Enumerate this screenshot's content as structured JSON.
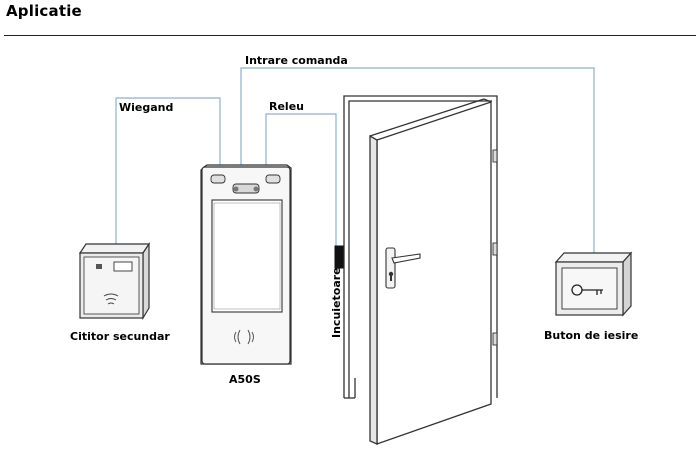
{
  "header": {
    "title": "Aplicatie"
  },
  "labels": {
    "wiegand": "Wiegand",
    "intrare_comanda": "Intrare comanda",
    "releu": "Releu",
    "incuietoare": "Incuietoare",
    "cititor_secundar": "Cititor secundar",
    "device_model": "A50S",
    "buton_iesire": "Buton de iesire"
  },
  "colors": {
    "wire": "#8fb0d2",
    "outline": "#333333"
  }
}
